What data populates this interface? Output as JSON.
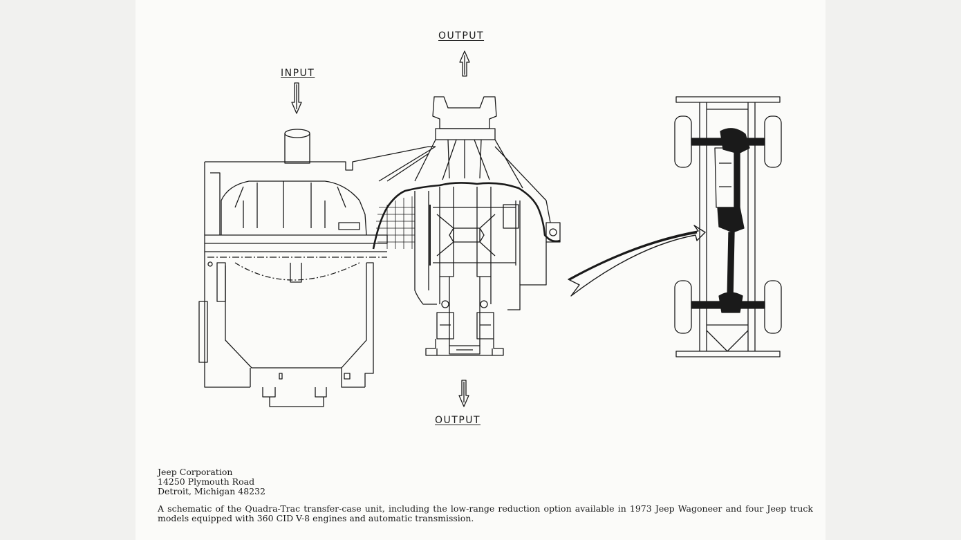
{
  "labels": {
    "input": "INPUT",
    "output_top": "OUTPUT",
    "output_bottom": "OUTPUT"
  },
  "address": {
    "line1": "Jeep Corporation",
    "line2": "14250 Plymouth Road",
    "line3": "Detroit, Michigan 48232"
  },
  "caption": "A schematic of the Quadra-Trac transfer-case unit, including the low-range reduction option available in 1973 Jeep Wagoneer and four Jeep truck models equipped with 360 CID V-8 engines and automatic transmission.",
  "colors": {
    "ink": "#1a1a1a",
    "paper": "#fbfbf9",
    "background": "#f1f1ef"
  }
}
